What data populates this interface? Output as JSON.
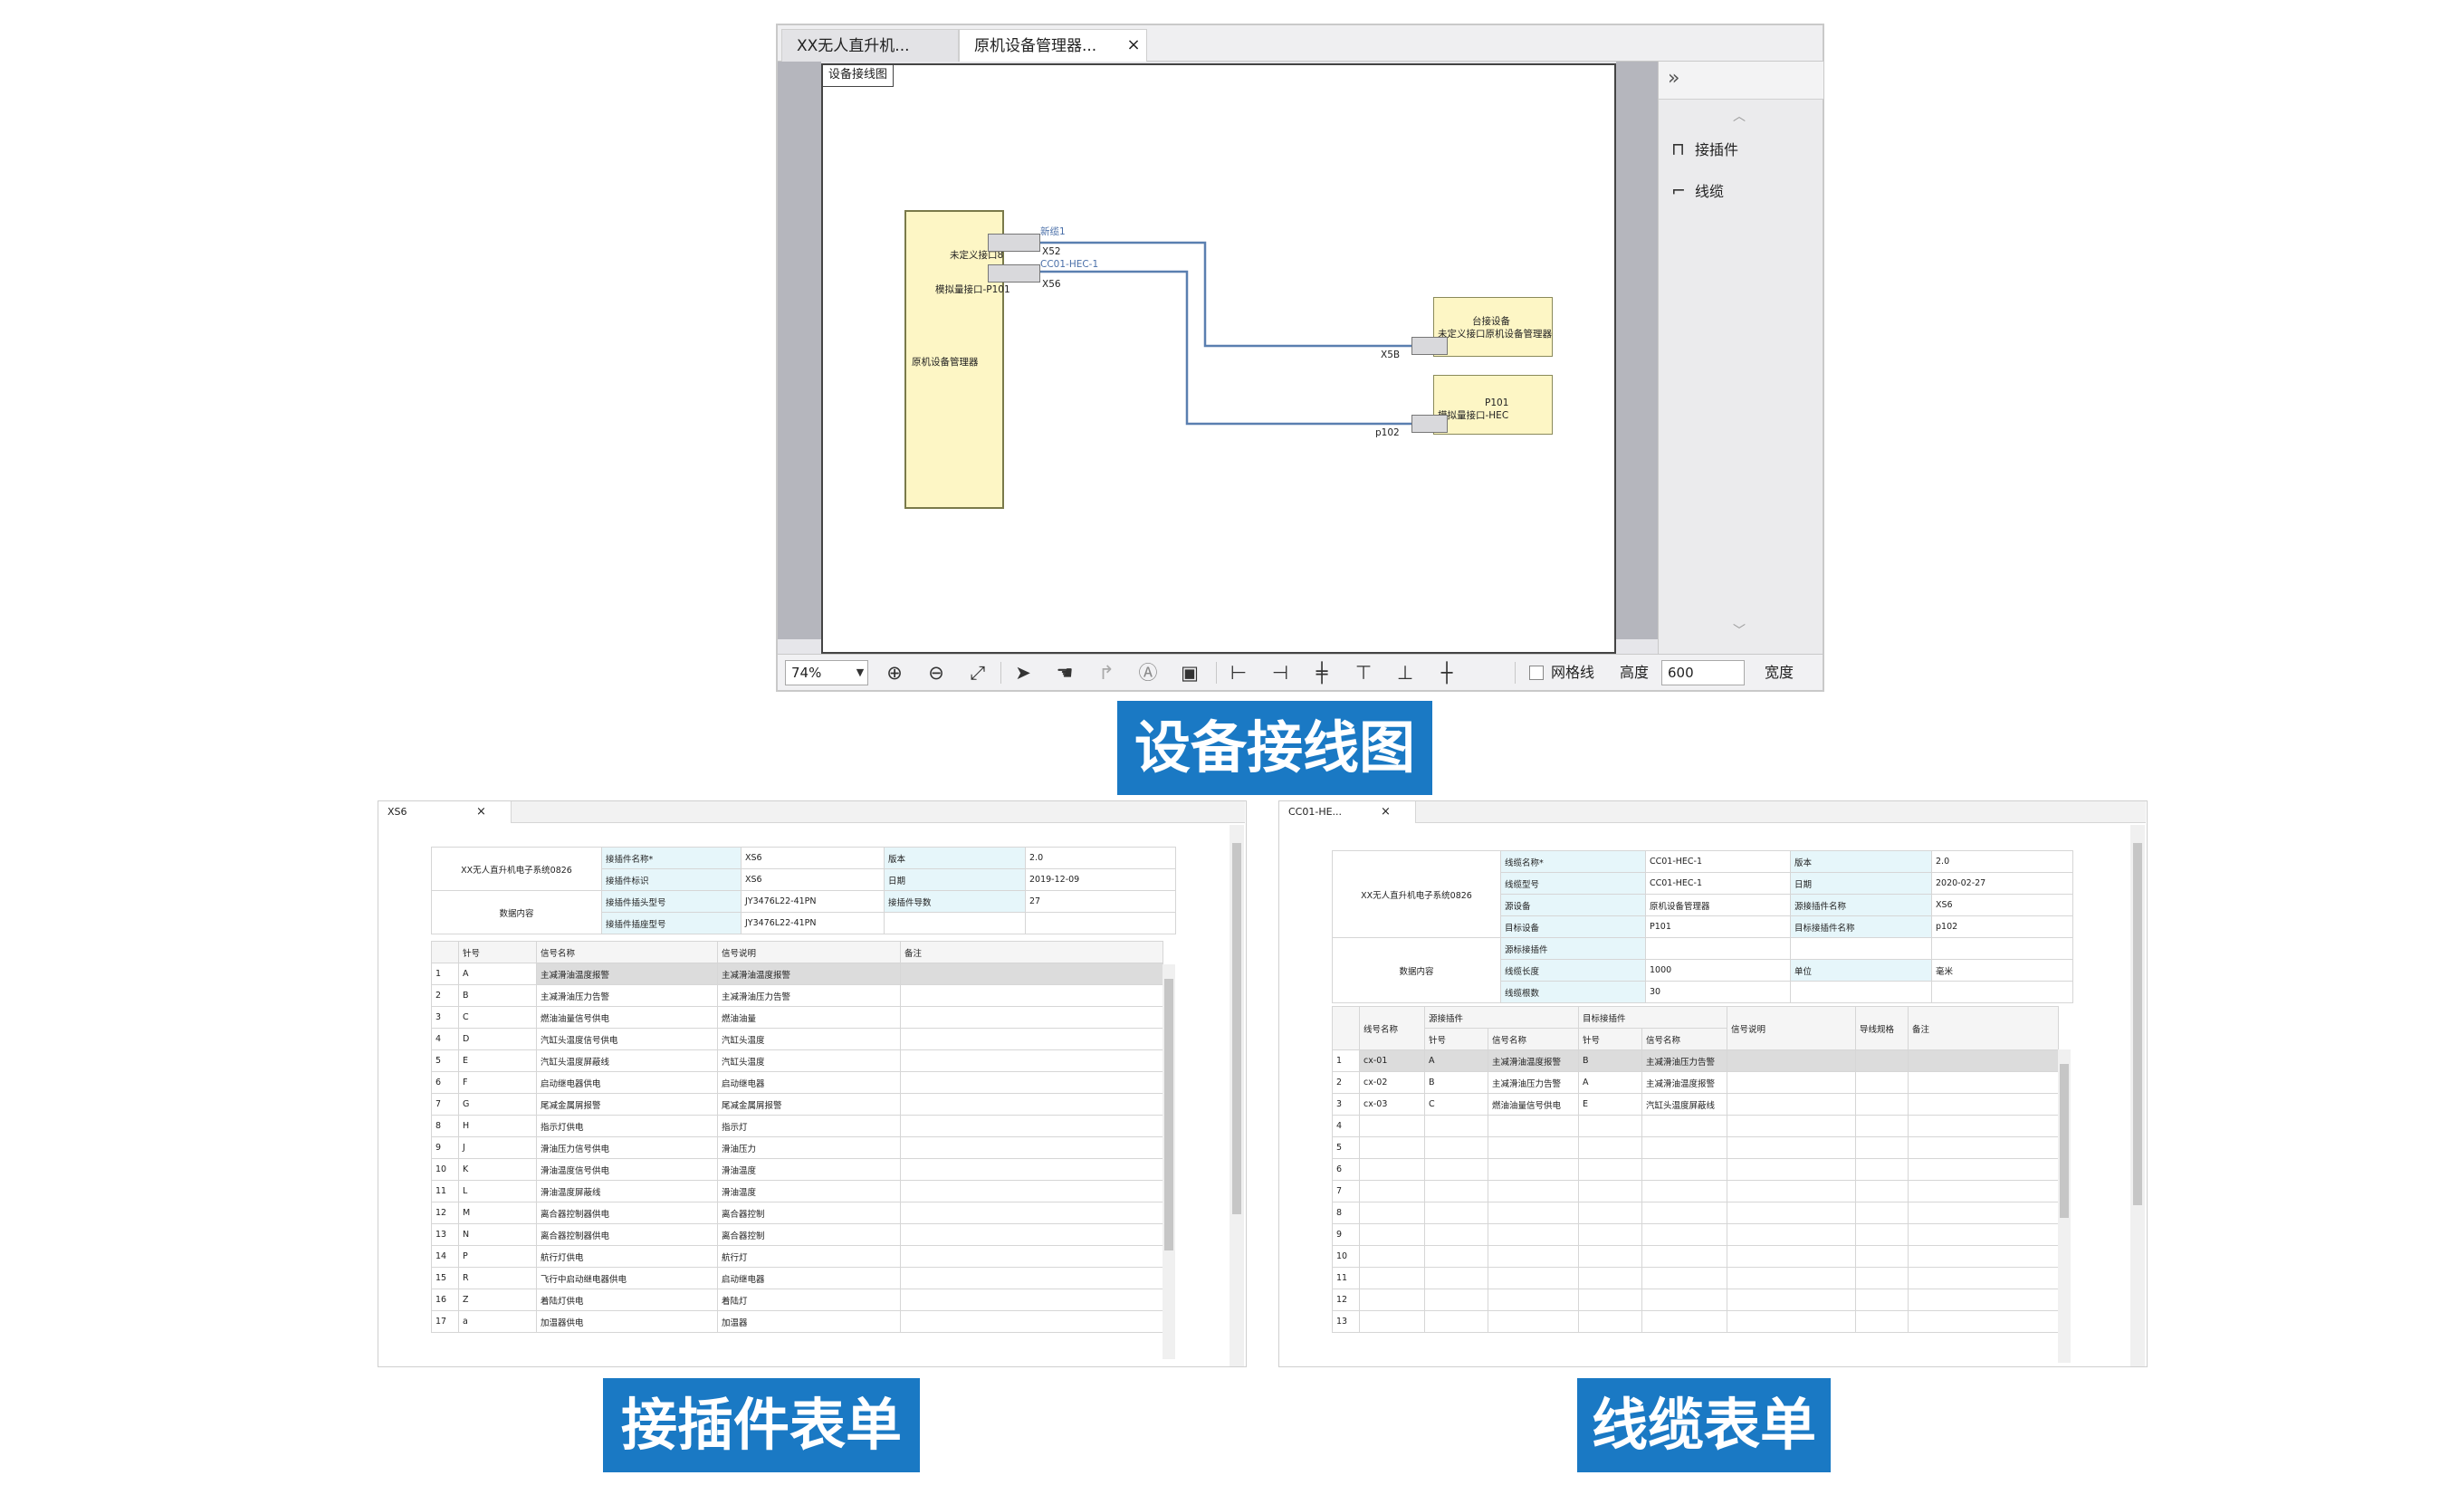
{
  "top_window": {
    "tabs": [
      "XX无人直升机...",
      "原机设备管理器..."
    ],
    "tab_close": "×",
    "canvas_title": "设备接线图",
    "right_panel": {
      "collapse_glyph": "»",
      "items": [
        {
          "icon": "connector-icon",
          "label": "接插件"
        },
        {
          "icon": "cable-icon",
          "label": "线缆"
        }
      ]
    },
    "toolbar": {
      "zoom": "74%",
      "grid_label": "网格线",
      "height_label": "高度",
      "height_value": "600",
      "width_label": "宽度"
    },
    "diagram": {
      "main_device": "原机设备管理器",
      "main_ports": [
        "未定义接口8",
        "模拟量接口-P101"
      ],
      "connectors_left": [
        "X52",
        "X56"
      ],
      "cable_labels": [
        "新缆1",
        "CC01-HEC-1"
      ],
      "right_connectors": [
        "X5B",
        "p102"
      ],
      "device_a": {
        "title": "台接设备",
        "port": "未定义接口原机设备管理器"
      },
      "device_b": {
        "title": "P101",
        "port": "模拟量接口-HEC"
      }
    }
  },
  "captions": {
    "wiring": "设备接线图",
    "connector_form": "接插件表单",
    "cable_form": "线缆表单"
  },
  "connector_form": {
    "tab": "XS6",
    "tab_close": "×",
    "system_name": "XX无人直升机电子系统0826",
    "data_content_label": "数据内容",
    "header_rows": [
      [
        "接插件名称*",
        "XS6",
        "版本",
        "2.0"
      ],
      [
        "接插件标识",
        "XS6",
        "日期",
        "2019-12-09"
      ],
      [
        "接插件插头型号",
        "JY3476L22-41PN",
        "接插件导数",
        "27"
      ],
      [
        "接插件插座型号",
        "JY3476L22-41PN",
        "",
        ""
      ]
    ],
    "columns": [
      "针号",
      "信号名称",
      "信号说明",
      "备注"
    ],
    "rows": [
      [
        "1",
        "A",
        "主减滑油温度报警",
        "主减滑油温度报警"
      ],
      [
        "2",
        "B",
        "主减滑油压力告警",
        "主减滑油压力告警"
      ],
      [
        "3",
        "C",
        "燃油油量信号供电",
        "燃油油量"
      ],
      [
        "4",
        "D",
        "汽缸头温度信号供电",
        "汽缸头温度"
      ],
      [
        "5",
        "E",
        "汽缸头温度屏蔽线",
        "汽缸头温度"
      ],
      [
        "6",
        "F",
        "启动继电器供电",
        "启动继电器"
      ],
      [
        "7",
        "G",
        "尾减金属屑报警",
        "尾减金属屑报警"
      ],
      [
        "8",
        "H",
        "指示灯供电",
        "指示灯"
      ],
      [
        "9",
        "J",
        "滑油压力信号供电",
        "滑油压力"
      ],
      [
        "10",
        "K",
        "滑油温度信号供电",
        "滑油温度"
      ],
      [
        "11",
        "L",
        "滑油温度屏蔽线",
        "滑油温度"
      ],
      [
        "12",
        "M",
        "离合器控制器供电",
        "离合器控制"
      ],
      [
        "13",
        "N",
        "离合器控制器供电",
        "离合器控制"
      ],
      [
        "14",
        "P",
        "航行灯供电",
        "航行灯"
      ],
      [
        "15",
        "R",
        "飞行中启动继电器供电",
        "启动继电器"
      ],
      [
        "16",
        "Z",
        "着陆灯供电",
        "着陆灯"
      ],
      [
        "17",
        "a",
        "加温器供电",
        "加温器"
      ]
    ]
  },
  "cable_form": {
    "tab": "CC01-HE...",
    "tab_close": "×",
    "system_name": "XX无人直升机电子系统0826",
    "data_content_label": "数据内容",
    "header_rows": [
      [
        "线缆名称*",
        "CC01-HEC-1",
        "版本",
        "2.0"
      ],
      [
        "线缆型号",
        "CC01-HEC-1",
        "日期",
        "2020-02-27"
      ],
      [
        "源设备",
        "原机设备管理器",
        "源接插件名称",
        "XS6"
      ],
      [
        "目标设备",
        "P101",
        "目标接插件名称",
        "p102"
      ],
      [
        "源标接插件",
        "",
        "",
        ""
      ],
      [
        "线缆长度",
        "1000",
        "单位",
        "毫米"
      ],
      [
        "线缆根数",
        "30",
        "",
        ""
      ]
    ],
    "col_groups": [
      "源接插件",
      "目标接插件"
    ],
    "columns": [
      "线号名称",
      "针号",
      "信号名称",
      "针号",
      "信号名称",
      "信号说明",
      "导线规格",
      "备注"
    ],
    "rows": [
      [
        "1",
        "cx-01",
        "A",
        "主减滑油温度报警",
        "B",
        "主减滑油压力告警"
      ],
      [
        "2",
        "cx-02",
        "B",
        "主减滑油压力告警",
        "A",
        "主减滑油温度报警"
      ],
      [
        "3",
        "cx-03",
        "C",
        "燃油油量信号供电",
        "E",
        "汽缸头温度屏蔽线"
      ],
      [
        "4",
        "",
        "",
        "",
        "",
        ""
      ],
      [
        "5",
        "",
        "",
        "",
        "",
        ""
      ],
      [
        "6",
        "",
        "",
        "",
        "",
        ""
      ],
      [
        "7",
        "",
        "",
        "",
        "",
        ""
      ],
      [
        "8",
        "",
        "",
        "",
        "",
        ""
      ],
      [
        "9",
        "",
        "",
        "",
        "",
        ""
      ],
      [
        "10",
        "",
        "",
        "",
        "",
        ""
      ],
      [
        "11",
        "",
        "",
        "",
        "",
        ""
      ],
      [
        "12",
        "",
        "",
        "",
        "",
        ""
      ],
      [
        "13",
        "",
        "",
        "",
        "",
        ""
      ]
    ]
  }
}
